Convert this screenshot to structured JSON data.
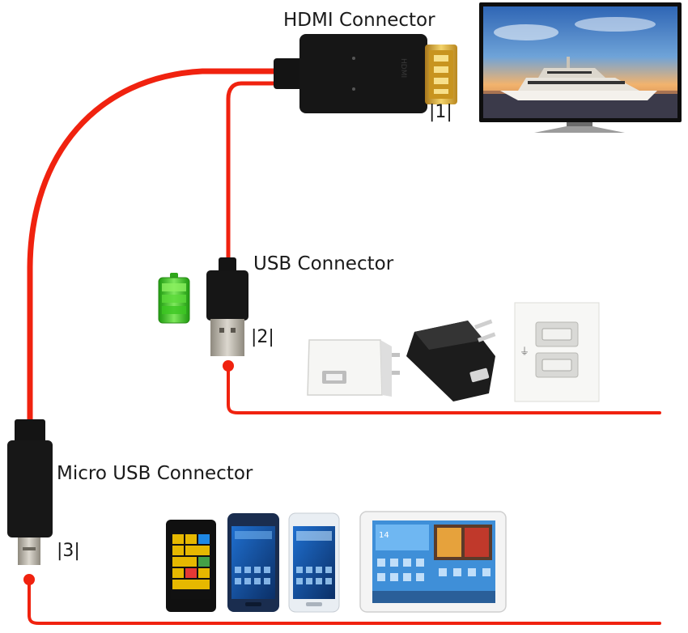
{
  "labels": {
    "hdmi": "HDMI Connector",
    "usb": "USB Connector",
    "micro": "Micro USB Connector",
    "n1": "|1|",
    "n2": "|2|",
    "n3": "|3|"
  },
  "colors": {
    "cable": "#f0220f",
    "connector": "#141414",
    "gold": "#d9a72a",
    "usb_metal": "#b7b2a6",
    "battery": "#33c21c"
  }
}
